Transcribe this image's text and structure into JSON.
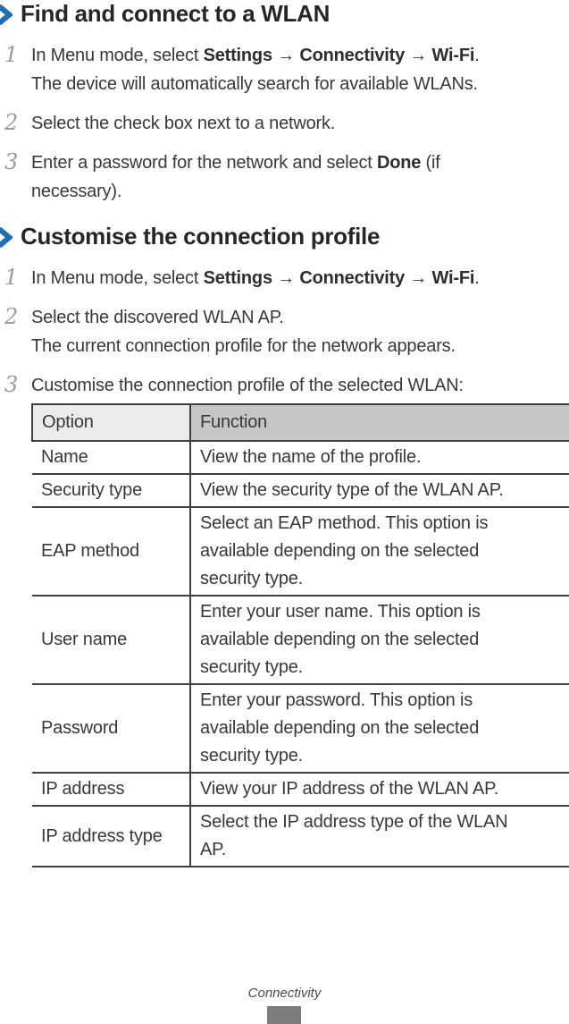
{
  "document": {
    "footer_label": "Connectivity",
    "colors": {
      "accent_blue": "#1e6fb5",
      "body_text": "#383838",
      "step_number_gray": "#9a9a9a",
      "table_border": "#3f3f3f",
      "header_option_bg": "#ebebeb",
      "header_function_bg": "#c6c6c6",
      "page_tab_gray": "#7d7d7d"
    }
  },
  "sections": [
    {
      "marker_icon": "chevron-right",
      "title": "Find and connect to a WLAN",
      "steps": [
        {
          "number": "1",
          "segments": [
            {
              "t": "In Menu mode, select "
            },
            {
              "t": "Settings",
              "b": true
            },
            {
              "t": " → "
            },
            {
              "t": "Connectivity",
              "b": true
            },
            {
              "t": " → "
            },
            {
              "t": "Wi-Fi",
              "b": true
            },
            {
              "t": ".\nThe device will automatically search for available WLANs."
            }
          ]
        },
        {
          "number": "2",
          "segments": [
            {
              "t": "Select the check box next to a network."
            }
          ]
        },
        {
          "number": "3",
          "segments": [
            {
              "t": "Enter a password for the network and select "
            },
            {
              "t": "Done",
              "b": true
            },
            {
              "t": " (if\nnecessary)."
            }
          ]
        }
      ]
    },
    {
      "marker_icon": "chevron-right",
      "title": "Customise the connection profile",
      "steps": [
        {
          "number": "1",
          "segments": [
            {
              "t": "In Menu mode, select "
            },
            {
              "t": "Settings",
              "b": true
            },
            {
              "t": " → "
            },
            {
              "t": "Connectivity",
              "b": true
            },
            {
              "t": " → "
            },
            {
              "t": "Wi-Fi",
              "b": true
            },
            {
              "t": "."
            }
          ]
        },
        {
          "number": "2",
          "segments": [
            {
              "t": "Select the discovered WLAN AP.\nThe current connection profile for the network appears."
            }
          ]
        },
        {
          "number": "3",
          "segments": [
            {
              "t": "Customise the connection profile of the selected WLAN:"
            }
          ]
        }
      ]
    }
  ],
  "table": {
    "headers": [
      "Option",
      "Function"
    ],
    "rows": [
      {
        "option": "Name",
        "function": "View the name of the profile."
      },
      {
        "option": "Security type",
        "function": "View the security type of the WLAN AP."
      },
      {
        "option": "EAP method",
        "function": "Select an EAP method. This option is\navailable depending on the selected\nsecurity type."
      },
      {
        "option": "User name",
        "function": "Enter your user name. This option is\navailable depending on the selected\nsecurity type."
      },
      {
        "option": "Password",
        "function": "Enter your password. This option is\navailable depending on the selected\nsecurity type."
      },
      {
        "option": "IP address",
        "function": "View your IP address of the WLAN AP."
      },
      {
        "option": "IP address type",
        "function": "Select the IP address type of the WLAN\nAP."
      }
    ]
  }
}
